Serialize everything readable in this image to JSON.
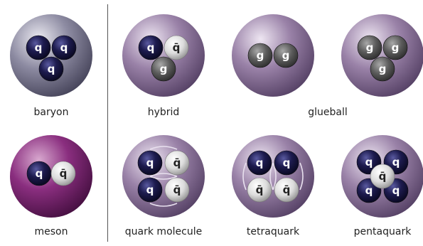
{
  "particles": [
    {
      "id": "baryon",
      "label": "baryon",
      "color": "#6e6c84",
      "quarks": [
        {
          "sym": "q",
          "kind": "dark"
        },
        {
          "sym": "q",
          "kind": "dark"
        },
        {
          "sym": "q",
          "kind": "dark"
        }
      ]
    },
    {
      "id": "hybrid",
      "label": "hybrid",
      "color": "#8b769a",
      "quarks": [
        {
          "sym": "q",
          "kind": "dark"
        },
        {
          "sym": "q̄",
          "kind": "light"
        },
        {
          "sym": "g",
          "kind": "gluon"
        }
      ]
    },
    {
      "id": "glueball-2g",
      "label": "",
      "color": "#8b769a",
      "quarks": [
        {
          "sym": "g",
          "kind": "gluon"
        },
        {
          "sym": "g",
          "kind": "gluon"
        }
      ]
    },
    {
      "id": "glueball-3g",
      "label": "",
      "color": "#8b769a",
      "quarks": [
        {
          "sym": "g",
          "kind": "gluon"
        },
        {
          "sym": "g",
          "kind": "gluon"
        },
        {
          "sym": "g",
          "kind": "gluon"
        }
      ]
    },
    {
      "id": "meson",
      "label": "meson",
      "color": "#7a2c73",
      "quarks": [
        {
          "sym": "q",
          "kind": "dark"
        },
        {
          "sym": "q̄",
          "kind": "light"
        }
      ]
    },
    {
      "id": "quark-molecule",
      "label": "quark molecule",
      "color": "#8b769a",
      "quarks": [
        {
          "sym": "q",
          "kind": "dark"
        },
        {
          "sym": "q̄",
          "kind": "light"
        },
        {
          "sym": "q",
          "kind": "dark"
        },
        {
          "sym": "q̄",
          "kind": "light"
        }
      ]
    },
    {
      "id": "tetraquark",
      "label": "tetraquark",
      "color": "#8b769a",
      "quarks": [
        {
          "sym": "q",
          "kind": "dark"
        },
        {
          "sym": "q",
          "kind": "dark"
        },
        {
          "sym": "q̄",
          "kind": "light"
        },
        {
          "sym": "q̄",
          "kind": "light"
        }
      ]
    },
    {
      "id": "pentaquark",
      "label": "pentaquark",
      "color": "#8b769a",
      "quarks": [
        {
          "sym": "q",
          "kind": "dark"
        },
        {
          "sym": "q",
          "kind": "dark"
        },
        {
          "sym": "q",
          "kind": "dark"
        },
        {
          "sym": "q",
          "kind": "dark"
        },
        {
          "sym": "q̄",
          "kind": "light"
        }
      ]
    }
  ],
  "glueball_label": "glueball"
}
